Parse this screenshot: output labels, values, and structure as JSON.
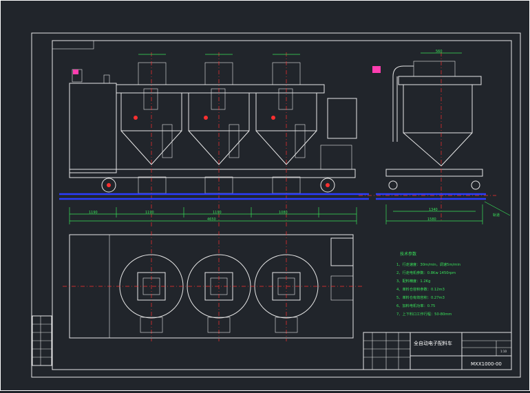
{
  "drawing": {
    "title": "全自动电子配料车",
    "drawing_number": "MXX1000-00",
    "scale_label": "1:10"
  },
  "tech_notes": {
    "heading": "技术参数",
    "items": [
      "1、行走速度：30m/min，调速5m/min",
      "2、行走电机参数：0.8Kw 1450rpm",
      "3、配料精度：1.2Kg",
      "4、单料仓容积参数：0.12m3",
      "5、单料仓有效容积：0.27m3",
      "6、加料电机功率：0.75",
      "7、上下料口工作行程：50-80mm"
    ]
  },
  "dimensions": {
    "front_overall": "4650",
    "front_segments": [
      "1190",
      "1190",
      "1190",
      "1080"
    ],
    "side_overall": "1580",
    "side_inner": "1340",
    "rail_label": "轨道",
    "hopper_width": "560"
  },
  "colors": {
    "background": "#21252b",
    "linework": "#e8e8e8",
    "dimension": "#39e35a",
    "centerline": "#ff3030",
    "rail": "#2b3dff",
    "accent": "#ff3eb0"
  }
}
